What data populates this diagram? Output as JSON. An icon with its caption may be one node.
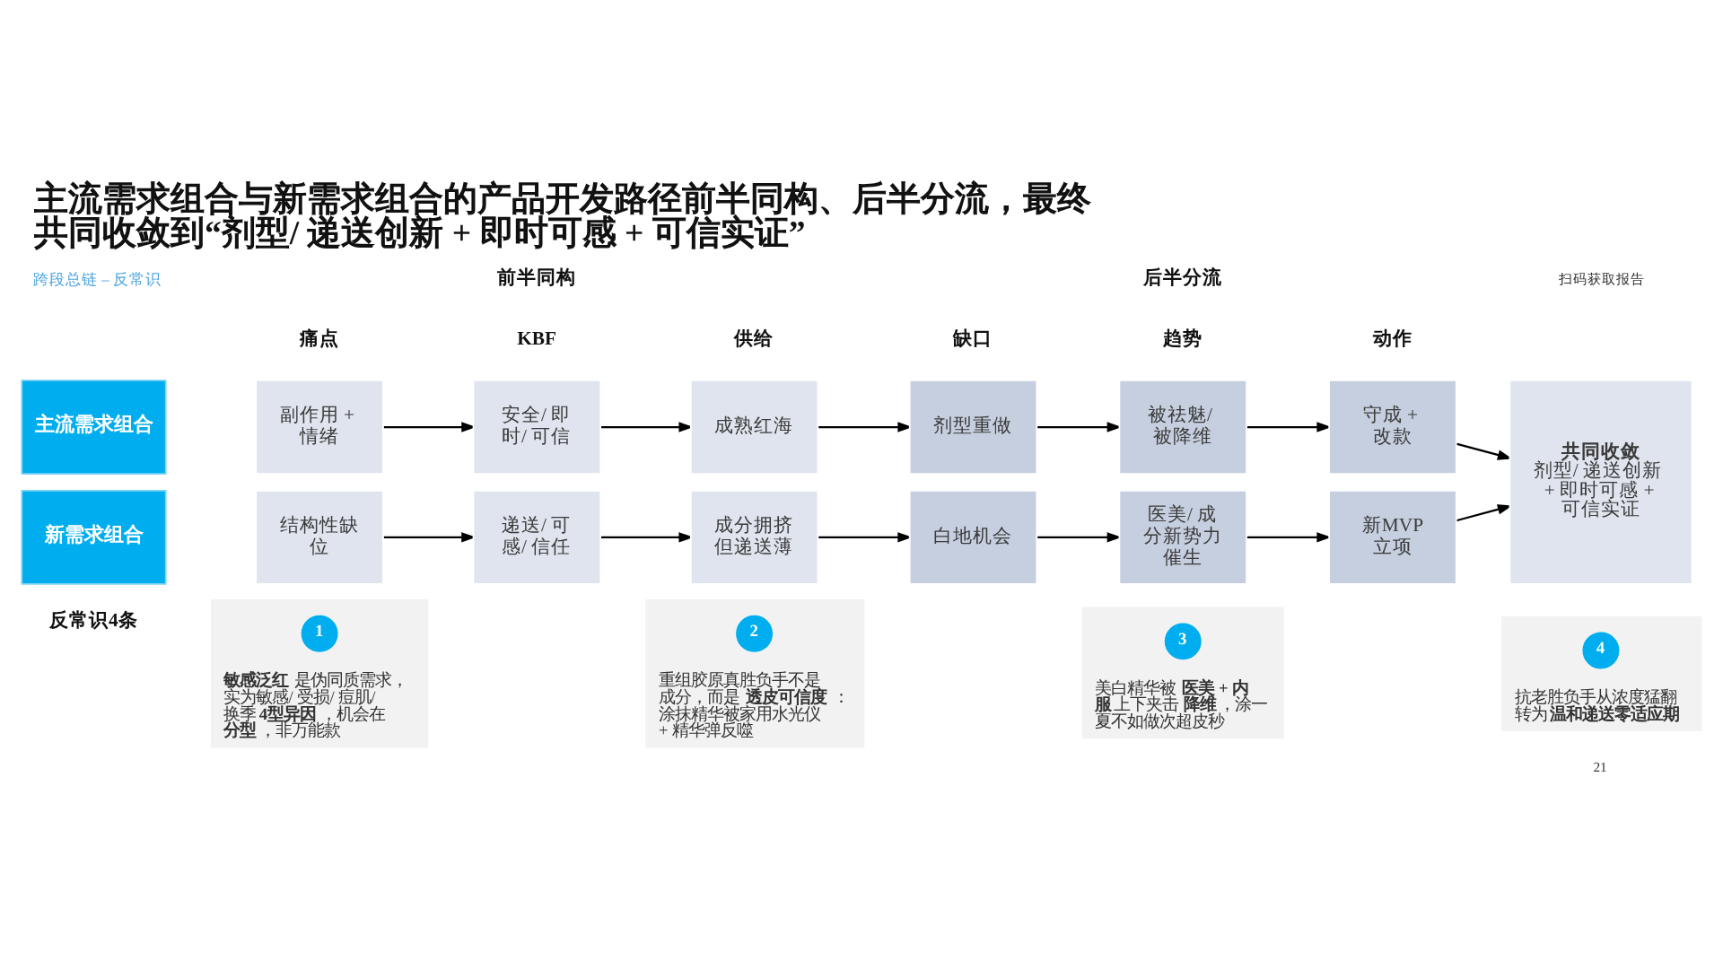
{
  "diagram": {
    "title": "主流需求组合与新需求组合的产品开发路径前半同构、后半分流，最终共同收敛到“剂型/ 递送创新 + 即时可感 + 可信实证”",
    "nodes": [
      {
        "text": [
          "主流需求组合"
        ]
      },
      {
        "text": [
          "副作用 + 情绪"
        ]
      },
      {
        "text": [
          "安全/ 即时/ 可信"
        ]
      },
      {
        "text": [
          "成熟红海"
        ]
      },
      {
        "text": [
          "剂型重做"
        ]
      },
      {
        "text": [
          "被祛魅/ 被降维"
        ]
      },
      {
        "text": [
          "守成 + 改款"
        ]
      },
      {
        "text": [
          "共同收敛",
          "剂型/ 递送创新 + 即时可感 + 可信实证"
        ]
      },
      {
        "text": [
          "新需求组合"
        ]
      },
      {
        "text": [
          "结构性缺位"
        ]
      },
      {
        "text": [
          "递送/ 可感/ 信任"
        ]
      },
      {
        "text": [
          "成分拥挤但递送薄"
        ]
      },
      {
        "text": [
          "白地机会"
        ]
      },
      {
        "text": [
          "医美/ 成分新势力催生"
        ]
      },
      {
        "text": [
          "新MVP立项"
        ]
      },
      {
        "text": [
          "**敏感泛红**是伪同质需求，实为敏感/ 受损/ 痘肌/ 换季**4型异因**，机会在**分型**，非万能款"
        ]
      },
      {
        "text": [
          "1"
        ],
        "in": 15
      },
      {
        "text": [
          "重组胶原真胜负手不是成分，而是**透皮可信度**：涂抹精华被家用水光仪 + 精华弹反噬"
        ]
      },
      {
        "text": [
          "2"
        ],
        "in": 17
      },
      {
        "text": [
          "美白精华被**医美 + 内服**上下夹击**降维**，涂一夏不如做次超皮秒"
        ]
      },
      {
        "text": [
          "3"
        ],
        "in": 19
      },
      {
        "text": [
          "抗老胜负手从浓度猛翻转为**温和递送零适应期**"
        ]
      },
      {
        "text": [
          "4"
        ],
        "in": 21
      }
    ],
    "edges": [
      {
        "from": 1,
        "to": 2,
        "arrow": "to"
      },
      {
        "from": 2,
        "to": 3,
        "arrow": "to"
      },
      {
        "from": 3,
        "to": 4,
        "arrow": "to"
      },
      {
        "from": 4,
        "to": 5,
        "arrow": "to"
      },
      {
        "from": 5,
        "to": 6,
        "arrow": "to"
      },
      {
        "from": 6,
        "to": 7,
        "arrow": "to"
      },
      {
        "from": 9,
        "to": 10,
        "arrow": "to"
      },
      {
        "from": 10,
        "to": 11,
        "arrow": "to"
      },
      {
        "from": 11,
        "to": 12,
        "arrow": "to"
      },
      {
        "from": 12,
        "to": 13,
        "arrow": "to"
      },
      {
        "from": 13,
        "to": 14,
        "arrow": "to"
      },
      {
        "from": 14,
        "to": 7,
        "arrow": "to"
      }
    ],
    "labels": [
      "跨段总链 – 反常识",
      "扫码获取报告",
      "前半同构",
      "后半分流",
      "痛点",
      "KBF",
      "供给",
      "缺口",
      "趋势",
      "动作",
      "反常识4条",
      "21"
    ]
  }
}
